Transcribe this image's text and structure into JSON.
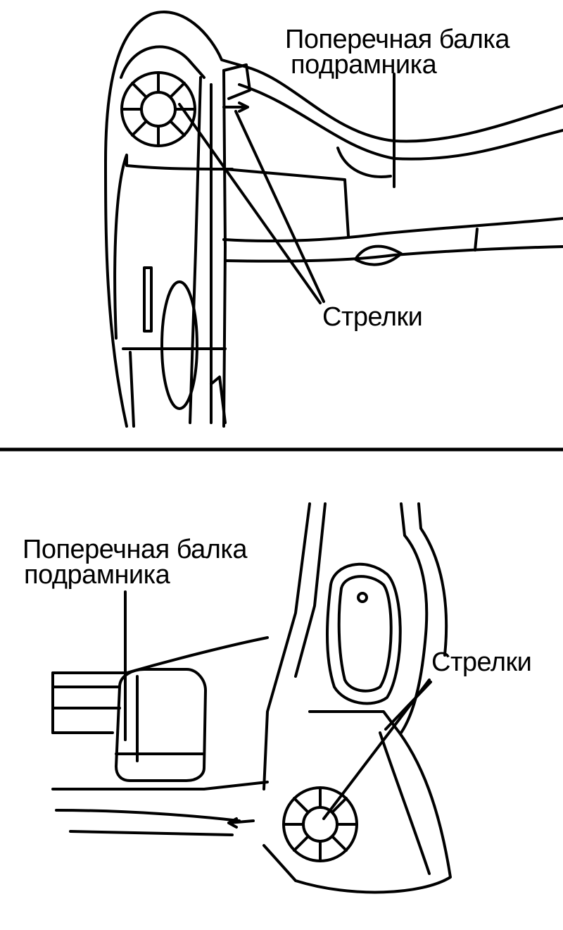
{
  "top": {
    "label_crossbeam_line1": "Поперечная балка",
    "label_crossbeam_line2": "подрамника",
    "label_arrows": "Стрелки"
  },
  "bottom": {
    "label_crossbeam_line1": "Поперечная балка",
    "label_crossbeam_line2": "подрамника",
    "label_arrows": "Стрелки"
  },
  "colors": {
    "ink": "#000000",
    "paper": "#ffffff"
  }
}
